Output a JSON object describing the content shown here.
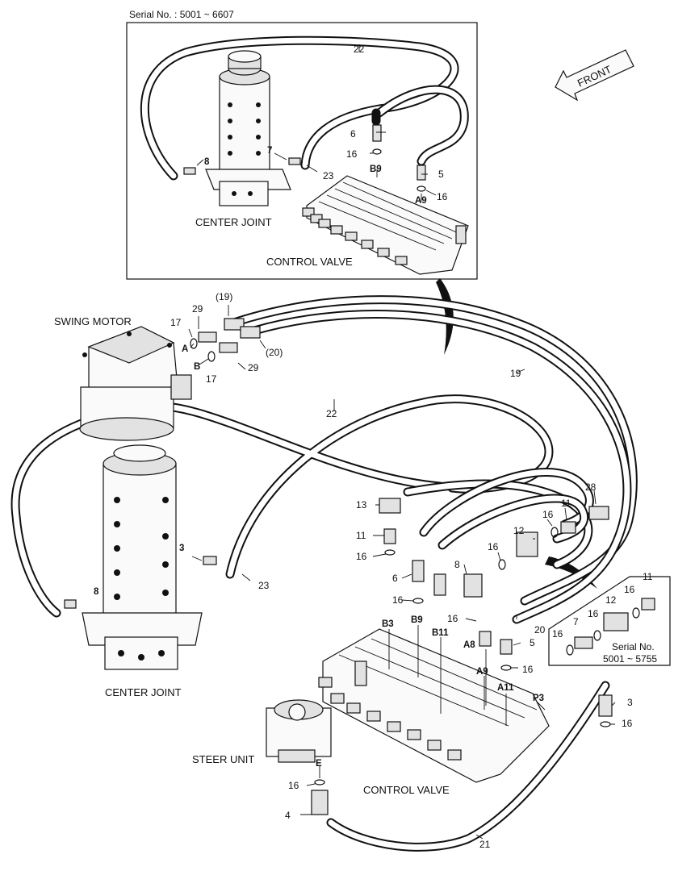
{
  "inset_top": {
    "serial": "Serial No. : 5001 ~ 6607",
    "center_joint": "CENTER JOINT",
    "control_valve": "CONTROL VALVE",
    "callouts": [
      "22",
      "6",
      "16",
      "B9",
      "5",
      "A9",
      "16",
      "8",
      "7",
      "23"
    ]
  },
  "front_label": "FRONT",
  "main": {
    "swing_motor": "SWING MOTOR",
    "center_joint": "CENTER JOINT",
    "steer_unit": "STEER UNIT",
    "control_valve": "CONTROL VALVE",
    "callouts": [
      "(19)",
      "29",
      "17",
      "A",
      "B",
      "17",
      "29",
      "(20)",
      "19",
      "22",
      "3",
      "8",
      "23",
      "13",
      "11",
      "16",
      "6",
      "16",
      "28",
      "11",
      "16",
      "12",
      "16",
      "8",
      "16",
      "20",
      "5",
      "16",
      "21",
      "4",
      "16",
      "E",
      "3",
      "16"
    ],
    "port_labels": [
      "B3",
      "B9",
      "B11",
      "A8",
      "A9",
      "A11",
      "P3"
    ]
  },
  "inset_bottom": {
    "serial_line1": "Serial No.",
    "serial_line2": "5001 ~ 5755",
    "callouts": [
      "11",
      "16",
      "12",
      "16",
      "7",
      "16"
    ]
  }
}
